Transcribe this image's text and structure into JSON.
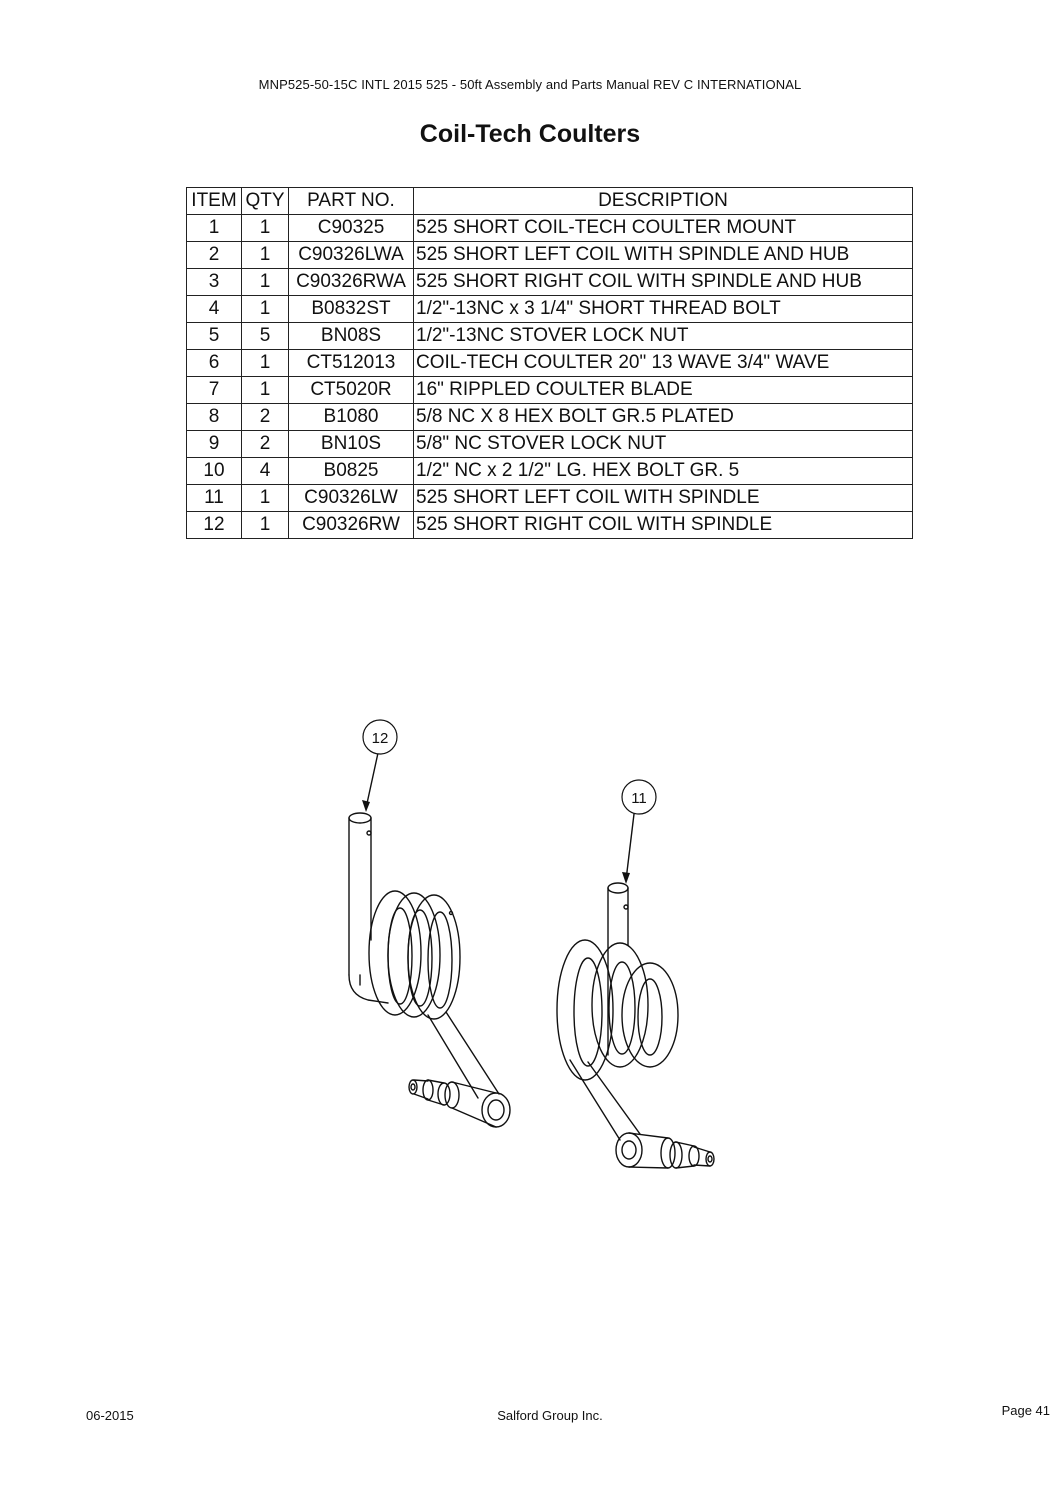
{
  "header": {
    "doc_id": "MNP525-50-15C INTL 2015 525 - 50ft Assembly and Parts Manual REV C INTERNATIONAL",
    "title": "Coil-Tech Coulters"
  },
  "parts_table": {
    "columns": [
      "ITEM",
      "QTY",
      "PART NO.",
      "DESCRIPTION"
    ],
    "rows": [
      {
        "item": "1",
        "qty": "1",
        "part": "C90325",
        "desc": "525 SHORT COIL-TECH COULTER MOUNT"
      },
      {
        "item": "2",
        "qty": "1",
        "part": "C90326LWA",
        "desc": "525 SHORT LEFT COIL WITH SPINDLE AND HUB"
      },
      {
        "item": "3",
        "qty": "1",
        "part": "C90326RWA",
        "desc": "525 SHORT RIGHT COIL WITH SPINDLE AND HUB"
      },
      {
        "item": "4",
        "qty": "1",
        "part": "B0832ST",
        "desc": "1/2\"-13NC x 3 1/4\"  SHORT THREAD BOLT"
      },
      {
        "item": "5",
        "qty": "5",
        "part": "BN08S",
        "desc": "1/2\"-13NC STOVER LOCK NUT"
      },
      {
        "item": "6",
        "qty": "1",
        "part": "CT512013",
        "desc": "COIL-TECH COULTER 20\" 13 WAVE 3/4\" WAVE"
      },
      {
        "item": "7",
        "qty": "1",
        "part": "CT5020R",
        "desc": "16\" RIPPLED COULTER BLADE"
      },
      {
        "item": "8",
        "qty": "2",
        "part": "B1080",
        "desc": "5/8 NC X 8 HEX BOLT GR.5 PLATED"
      },
      {
        "item": "9",
        "qty": "2",
        "part": "BN10S",
        "desc": "5/8\" NC STOVER LOCK NUT"
      },
      {
        "item": "10",
        "qty": "4",
        "part": "B0825",
        "desc": "1/2\" NC x 2 1/2\" LG. HEX BOLT GR. 5"
      },
      {
        "item": "11",
        "qty": "1",
        "part": "C90326LW",
        "desc": "525 SHORT LEFT COIL WITH SPINDLE"
      },
      {
        "item": "12",
        "qty": "1",
        "part": "C90326RW",
        "desc": "525 SHORT RIGHT COIL WITH SPINDLE"
      }
    ]
  },
  "drawing": {
    "callouts": [
      "12",
      "11"
    ]
  },
  "footer": {
    "date": "06-2015",
    "company": "Salford Group Inc.",
    "page": "Page 41"
  }
}
